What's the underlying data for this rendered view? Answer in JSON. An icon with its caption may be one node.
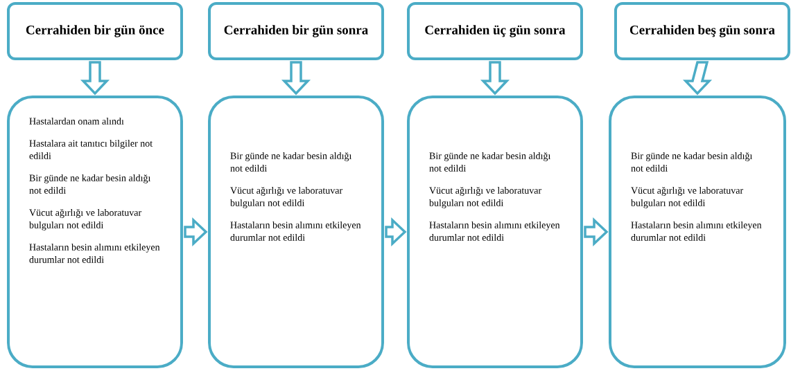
{
  "diagram": {
    "nodes": [
      {
        "text": [
          "Cerrahiden bir gün önce"
        ]
      },
      {
        "text": [
          "Cerrahiden bir gün sonra"
        ]
      },
      {
        "text": [
          "Cerrahiden üç gün sonra"
        ]
      },
      {
        "text": [
          "Cerrahiden beş gün sonra"
        ]
      },
      {
        "text": [
          "Hastalardan onam alındı",
          "Hastalara ait tanıtıcı bilgiler not edildi",
          "Bir günde ne kadar besin aldığı not edildi",
          "Vücut ağırlığı ve laboratuvar bulguları not edildi",
          "Hastaların besin alımını etkileyen durumlar not edildi"
        ]
      },
      {
        "text": [
          "Bir günde ne kadar besin aldığı not edildi",
          "Vücut ağırlığı ve laboratuvar bulguları not edildi",
          "Hastaların besin alımını etkileyen durumlar not edildi"
        ]
      },
      {
        "text": [
          "Bir günde ne kadar besin aldığı not edildi",
          "Vücut ağırlığı ve laboratuvar bulguları not edildi",
          "Hastaların besin alımını etkileyen durumlar not edildi"
        ]
      },
      {
        "text": [
          "Bir günde ne kadar besin aldığı not edildi",
          "Vücut ağırlığı ve laboratuvar bulguları not edildi",
          "Hastaların besin alımını etkileyen durumlar not edildi"
        ]
      }
    ],
    "edges": [
      {
        "from": 0,
        "to": 4,
        "arrow": "to"
      },
      {
        "from": 1,
        "to": 5,
        "arrow": "to"
      },
      {
        "from": 2,
        "to": 6,
        "arrow": "to"
      },
      {
        "from": 3,
        "to": 7,
        "arrow": "to"
      },
      {
        "from": 4,
        "to": 5,
        "arrow": "to"
      },
      {
        "from": 5,
        "to": 6,
        "arrow": "to"
      },
      {
        "from": 6,
        "to": 7,
        "arrow": "to"
      }
    ]
  }
}
